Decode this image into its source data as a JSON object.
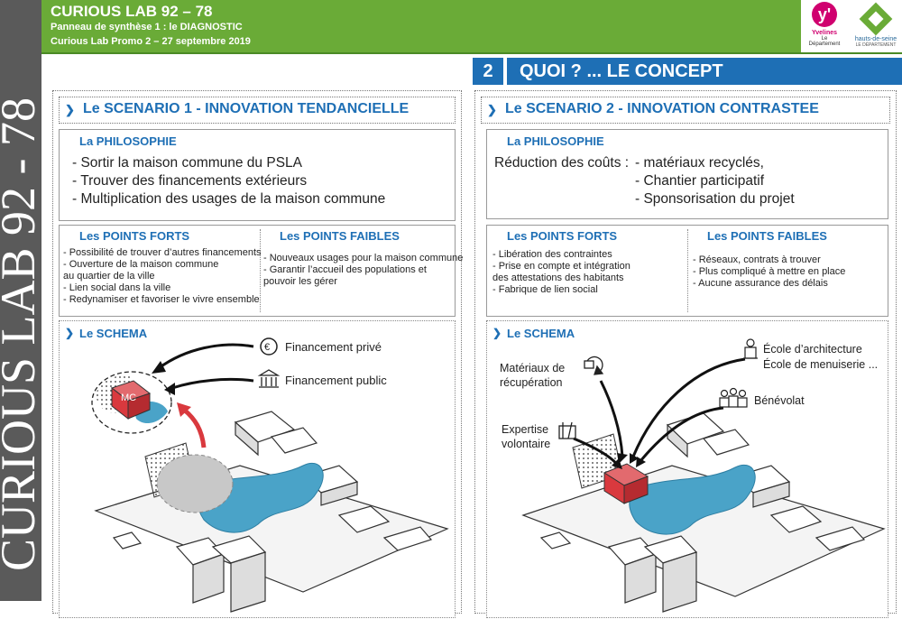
{
  "sidebar": {
    "label": "CURIOUS LAB  92 - 78"
  },
  "header": {
    "title": "CURIOUS LAB 92 – 78",
    "subtitle": "Panneau de synthèse 1 : le DIAGNOSTIC",
    "subtitle2": "Curious Lab Promo 2 – 27 septembre 2019"
  },
  "logos": {
    "yvelines_mark": "y'",
    "yvelines_name": "Yvelines",
    "yvelines_sub": "Le Département",
    "hds_name": "hauts-de-seine",
    "hds_sub": "LE DÉPARTEMENT"
  },
  "section": {
    "number": "2",
    "title": "QUOI ? ... LE CONCEPT"
  },
  "scenario1": {
    "title": "Le SCENARIO 1 -  INNOVATION TENDANCIELLE",
    "philosophy_heading": "La PHILOSOPHIE",
    "philosophy": [
      "- Sortir la maison commune du PSLA",
      "- Trouver des financements extérieurs",
      "- Multiplication des usages de la maison commune"
    ],
    "strengths_heading": "Les POINTS FORTS",
    "strengths": [
      "- Possibilité de trouver d’autres financements",
      "- Ouverture de la maison commune",
      "au quartier de la ville",
      "- Lien social dans la ville",
      "- Redynamiser et favoriser le vivre ensemble"
    ],
    "weaknesses_heading": "Les POINTS FAIBLES",
    "weaknesses": [
      "- Nouveaux usages pour la maison commune",
      "- Garantir l’accueil des populations et",
      "pouvoir les gérer"
    ],
    "schema_heading": "Le SCHEMA",
    "schema": {
      "mc_label": "MC",
      "funding_private": "Financement privé",
      "funding_public": "Financement public"
    }
  },
  "scenario2": {
    "title": "Le SCENARIO 2 -  INNOVATION CONTRASTEE",
    "philosophy_heading": "La PHILOSOPHIE",
    "philosophy_lead": "Réduction des coûts :",
    "philosophy": [
      "- matériaux recyclés,",
      "- Chantier participatif",
      "- Sponsorisation du projet"
    ],
    "strengths_heading": "Les POINTS FORTS",
    "strengths": [
      "- Libération des contraintes",
      "- Prise en compte et intégration",
      "des attestations des habitants",
      "- Fabrique de lien social"
    ],
    "weaknesses_heading": "Les POINTS FAIBLES",
    "weaknesses": [
      "- Réseaux, contrats à trouver",
      "- Plus compliqué à mettre en place",
      "- Aucune assurance des délais"
    ],
    "schema_heading": "Le SCHEMA",
    "schema": {
      "materials_1": "Matériaux de",
      "materials_2": "récupération",
      "school_1": "École d’architecture",
      "school_2": "École de menuiserie ...",
      "volunteers": "Bénévolat",
      "expertise_1": "Expertise",
      "expertise_2": "volontaire"
    }
  },
  "colors": {
    "header_green": "#6aab37",
    "accent_blue": "#1e6fb5",
    "house_red": "#d9393e",
    "water_blue": "#4aa3c8",
    "sidebar_grey": "#5a5a5a"
  }
}
